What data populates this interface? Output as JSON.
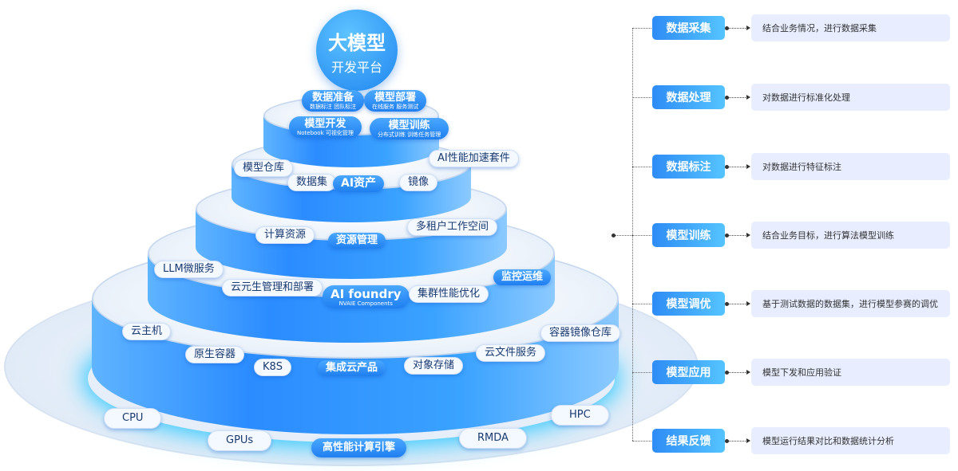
{
  "platform": {
    "title": "大模型",
    "subtitle": "开发平台"
  },
  "tier1": [
    {
      "label": "数据准备",
      "sub": "数据标注 团队标注"
    },
    {
      "label": "模型部署",
      "sub": "在线服务 服务测试"
    },
    {
      "label": "模型开发",
      "sub": "Notebook 可视化管理"
    },
    {
      "label": "模型训练",
      "sub": "分布式训练 训练任务管理"
    }
  ],
  "tier2": [
    "模型仓库",
    "数据集",
    "AI资产",
    "镜像",
    "AI性能加速套件"
  ],
  "tier3": [
    "计算资源",
    "资源管理",
    "多租户工作空间"
  ],
  "tier4": {
    "items": [
      "LLM微服务",
      "云元生管理和部署",
      "集群性能优化",
      "监控运维"
    ],
    "core": "AI foundry",
    "core_sub": "NVAIE Components"
  },
  "tier5": [
    "云主机",
    "原生容器",
    "K8S",
    "集成云产品",
    "对象存储",
    "云文件服务",
    "容器镜像仓库"
  ],
  "base": [
    "CPU",
    "GPUs",
    "高性能计算引擎",
    "RMDA",
    "HPC"
  ],
  "steps": [
    {
      "label": "数据采集",
      "desc": "结合业务情况，进行数据采集"
    },
    {
      "label": "数据处理",
      "desc": "对数据进行标准化处理"
    },
    {
      "label": "数据标注",
      "desc": "对数据进行特征标注"
    },
    {
      "label": "模型训练",
      "desc": "结合业务目标，进行算法模型训练"
    },
    {
      "label": "模型调优",
      "desc": "基于测试数据的数据集，进行模型参赛的调优"
    },
    {
      "label": "模型应用",
      "desc": "模型下发和应用验证"
    },
    {
      "label": "结果反馈",
      "desc": "模型运行结果对比和数据统计分析"
    }
  ]
}
